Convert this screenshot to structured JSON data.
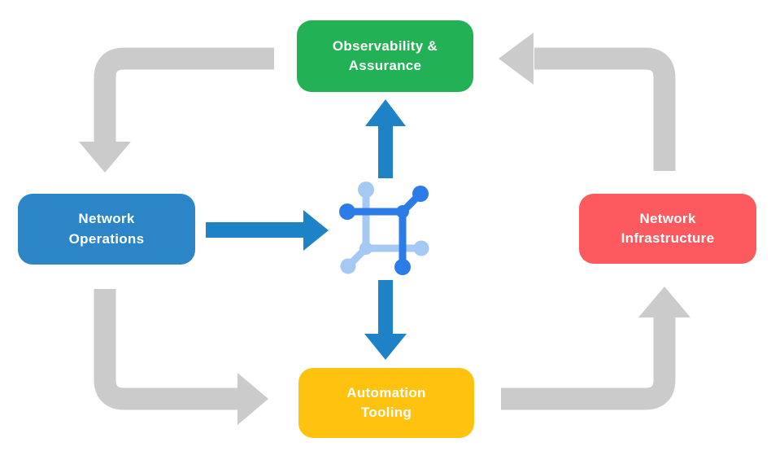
{
  "nodes": {
    "observability": {
      "label": "Observability &\nAssurance",
      "color": "#22b255"
    },
    "network_operations": {
      "label": "Network\nOperations",
      "color": "#2b85c6"
    },
    "network_infrastructure": {
      "label": "Network\nInfrastructure",
      "color": "#fc5a5e"
    },
    "automation_tooling": {
      "label": "Automation\nTooling",
      "color": "#fec20f"
    }
  },
  "colors": {
    "cycle_arrow": "#cbcbcb",
    "flow_arrow": "#1e82c6",
    "icon_dark": "#2c7ce8",
    "icon_light": "#a6c9f4"
  },
  "icon": {
    "name": "network-fabric-icon"
  }
}
